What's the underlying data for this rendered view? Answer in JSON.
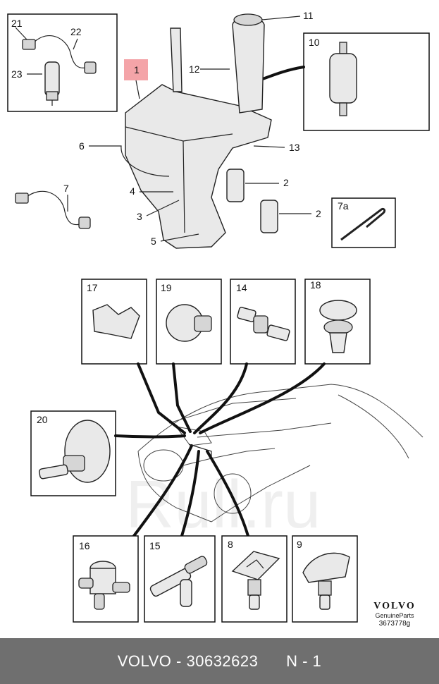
{
  "callouts": [
    "1",
    "2",
    "2",
    "3",
    "4",
    "5",
    "6",
    "7",
    "7a",
    "8",
    "9",
    "10",
    "11",
    "12",
    "13",
    "14",
    "15",
    "16",
    "17",
    "18",
    "19",
    "20",
    "21",
    "22",
    "23"
  ],
  "watermark": "Rull.ru",
  "brand": {
    "logo": "VOLVO",
    "subtitle_1": "Genuine",
    "subtitle_2": "Parts",
    "code": "3673778g"
  },
  "footer": {
    "brand": "VOLVO",
    "separator": " - ",
    "part_number": "30632623",
    "page": "N - 1"
  },
  "colors": {
    "highlight": "#f4a4a8",
    "footer_bg": "#6f6f6f",
    "footer_text": "#ffffff"
  }
}
